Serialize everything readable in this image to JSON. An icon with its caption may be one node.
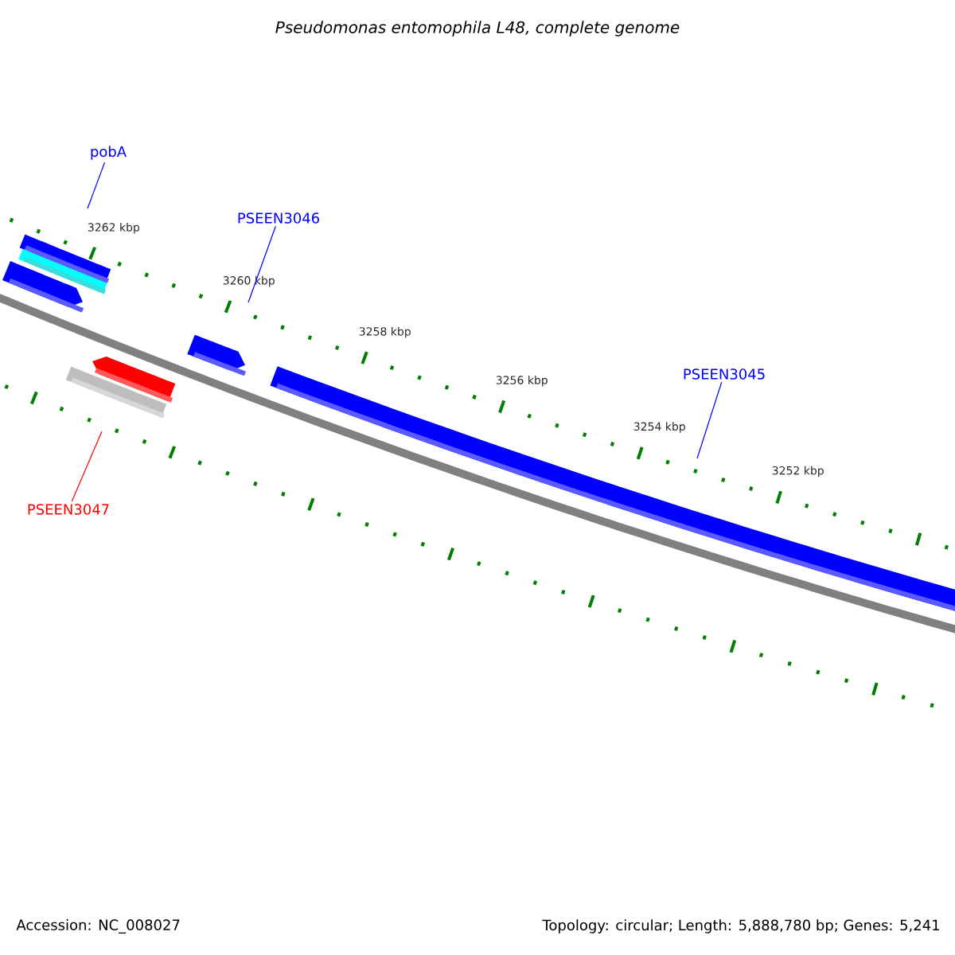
{
  "diagram": {
    "title": "Pseudomonas entomophila L48, complete genome",
    "nodes": [
      {
        "text": [
          "pobA"
        ]
      },
      {
        "text": [
          "PSEEN3046"
        ]
      },
      {
        "text": [
          "PSEEN3045"
        ]
      },
      {
        "text": [
          "PSEEN3047"
        ]
      }
    ],
    "edges": [
      {
        "from": 0,
        "to": null,
        "arrow": "none"
      },
      {
        "from": 1,
        "to": null,
        "arrow": "none"
      },
      {
        "from": 2,
        "to": null,
        "arrow": "none"
      },
      {
        "from": 3,
        "to": null,
        "arrow": "none",
        "color": "#ff0000"
      }
    ],
    "labels": [
      "3262 kbp",
      "3260 kbp",
      "3258 kbp",
      "3256 kbp",
      "3254 kbp",
      "3252 kbp",
      "Accession: NC_008027",
      "Topology: circular; Length: 5,888,780 bp; Genes: 5,241"
    ]
  }
}
